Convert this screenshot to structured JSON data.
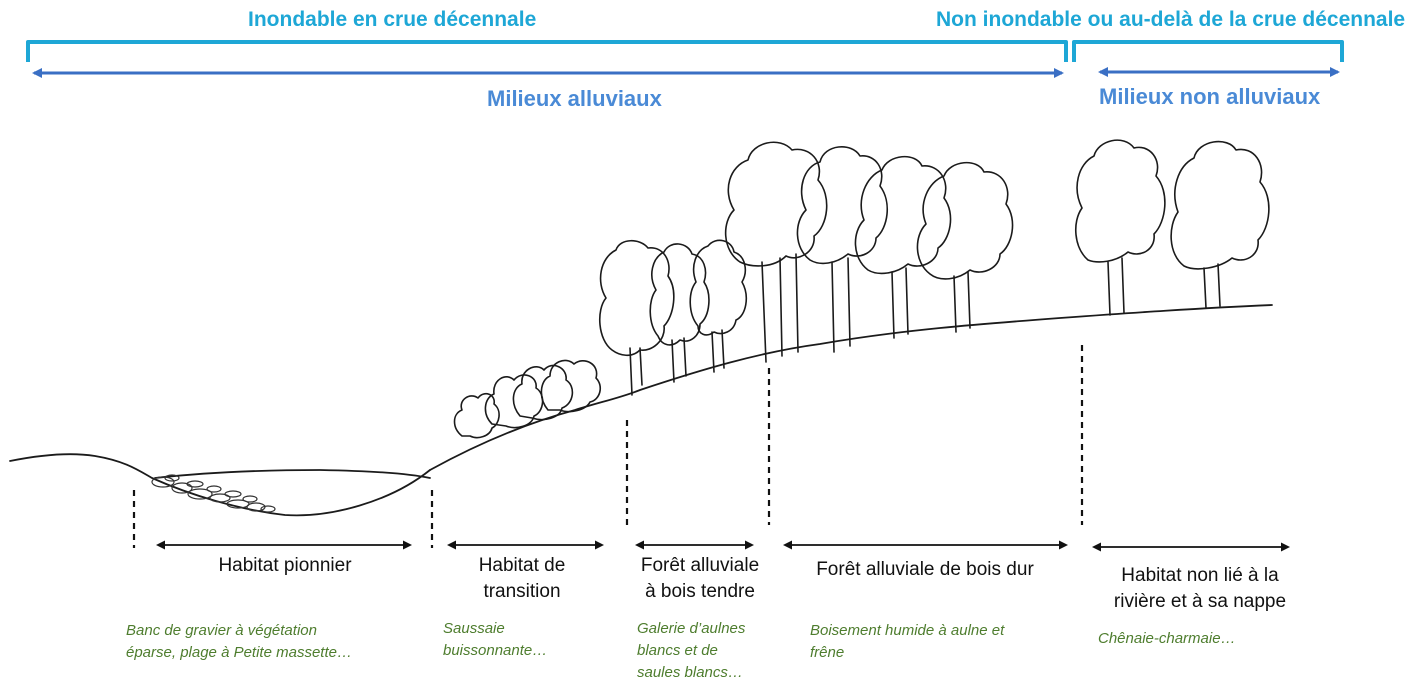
{
  "zones": {
    "inondable": "Inondable en crue décennale",
    "non_inondable": "Non inondable ou au-delà de la crue décennale"
  },
  "milieux": {
    "alluviaux": "Milieux alluviaux",
    "non_alluviaux": "Milieux non alluviaux"
  },
  "habitats": [
    {
      "label": "Habitat pionnier",
      "example": "Banc de gravier à végétation\néparse, plage à Petite massette…"
    },
    {
      "label": "Habitat de\ntransition",
      "example": "Saussaie\nbuissonnante…"
    },
    {
      "label": "Forêt alluviale\nà bois tendre",
      "example": "Galerie d’aulnes\nblancs et de\nsaules blancs…"
    },
    {
      "label": "Forêt alluviale de bois dur",
      "example": "Boisement humide à aulne et\nfrêne"
    },
    {
      "label": "Habitat non lié à la\nrivière et à sa nappe",
      "example": "Chênaie-charmaie…"
    }
  ],
  "colors": {
    "zone_brackets": "#1ea7d6",
    "milieu_arrows": "#3a6fc4",
    "habitat_text": "#111111",
    "example_text": "#4e7d2e"
  }
}
